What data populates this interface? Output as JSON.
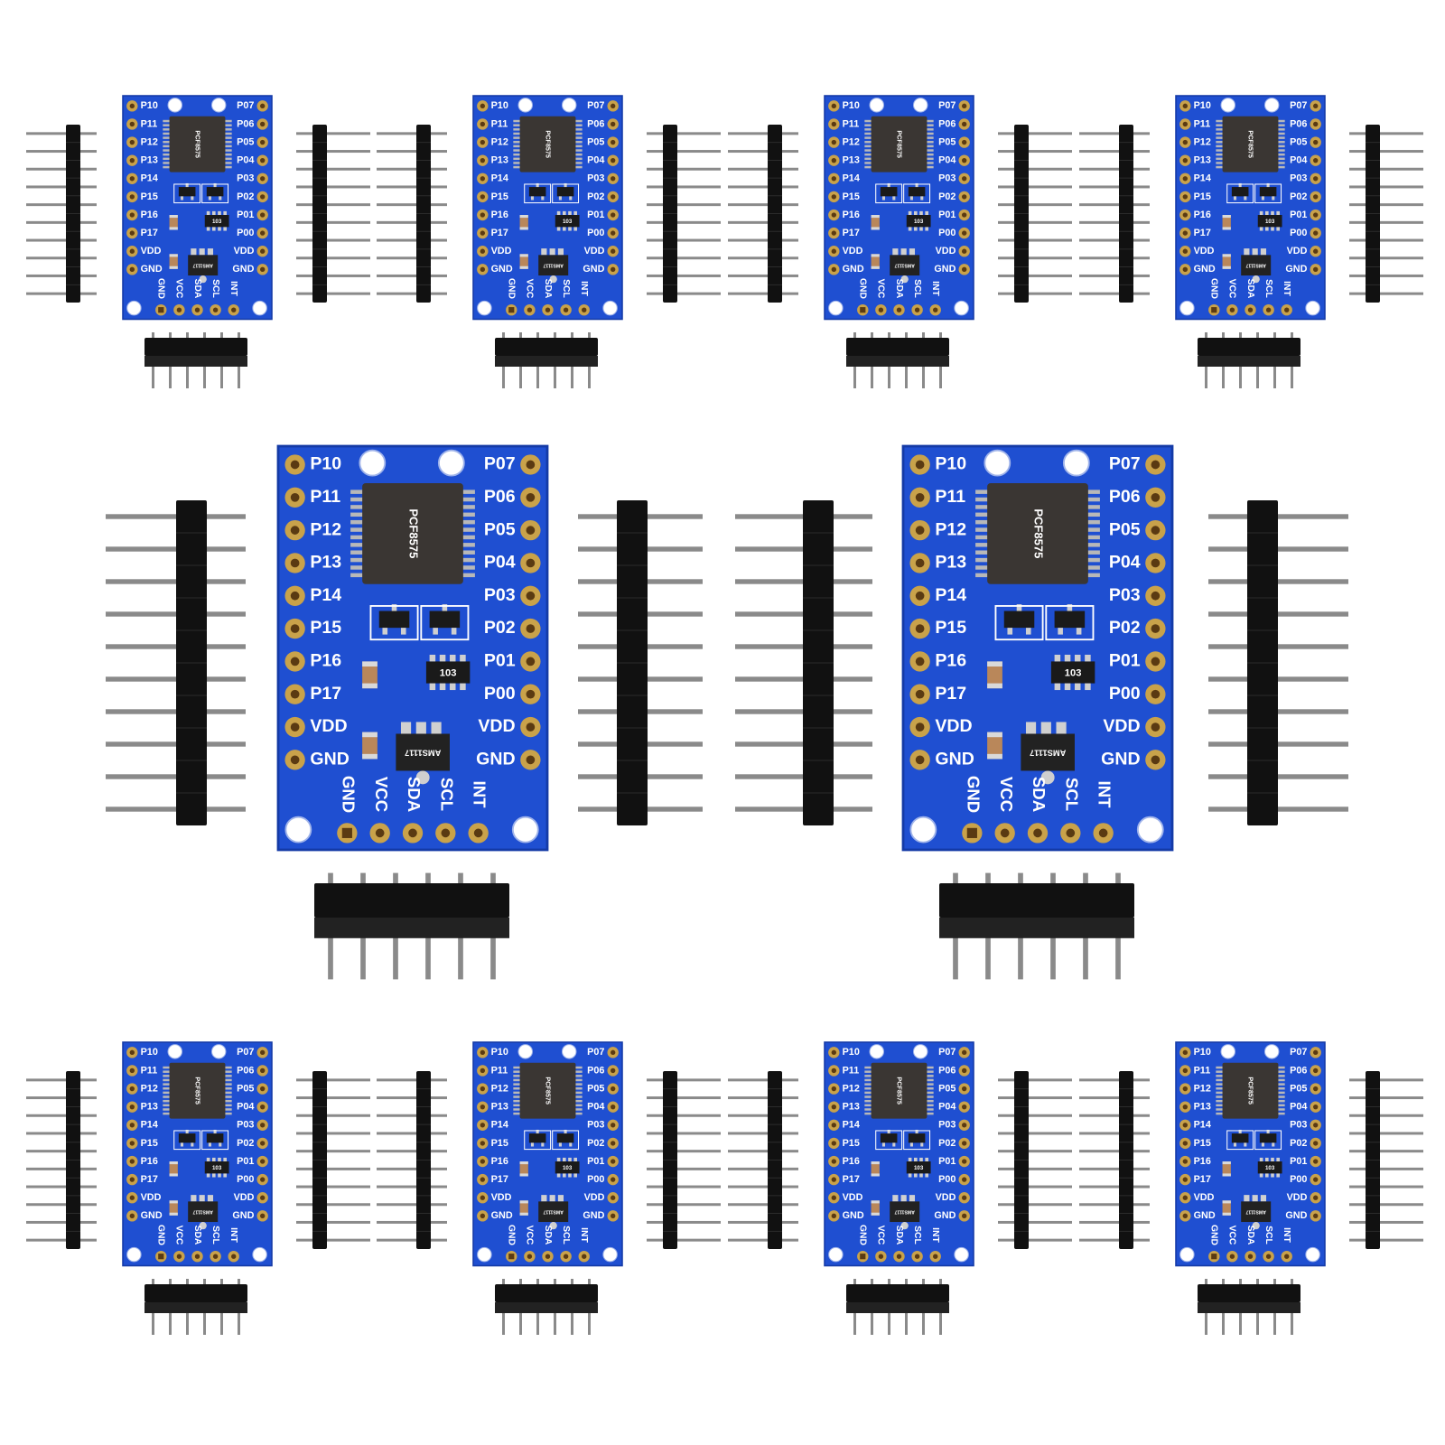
{
  "colors": {
    "pcb": "#1f4fd1",
    "pcb_edge": "#143aa6",
    "pad": "#c9a24a",
    "pad_hole": "#5a3a12",
    "ic": "#3a3633",
    "ic_pin": "#b8b8b8",
    "header_plastic": "#111111",
    "header_pin": "#8a8a8a",
    "background": "#ffffff"
  },
  "board": {
    "left_labels": [
      "P10",
      "P11",
      "P12",
      "P13",
      "P14",
      "P15",
      "P16",
      "P17",
      "VDD",
      "GND"
    ],
    "right_labels": [
      "P07",
      "P06",
      "P05",
      "P04",
      "P03",
      "P02",
      "P01",
      "P00",
      "VDD",
      "GND"
    ],
    "bottom_labels": [
      "GND",
      "VCC",
      "SDA",
      "SCL",
      "INT"
    ],
    "ic_marking": "PCF8575",
    "resistor_marking": "103",
    "regulator_marking": "AMS1117"
  },
  "boards_shown": 10
}
